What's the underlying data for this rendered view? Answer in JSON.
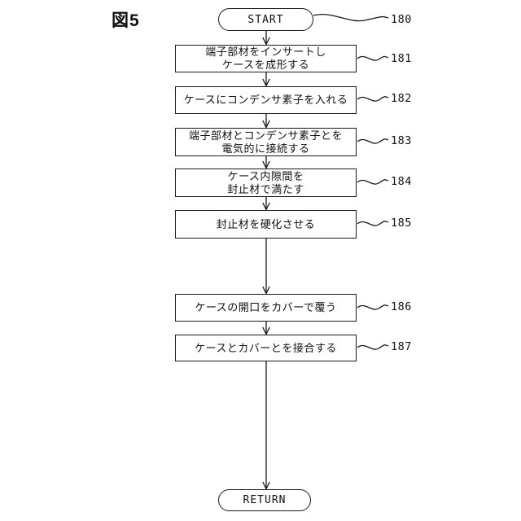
{
  "figure": {
    "title": "図5",
    "start": {
      "label": "START",
      "ref": "180"
    },
    "return": {
      "label": "RETURN"
    },
    "steps": [
      {
        "ref": "181",
        "lines": [
          "端子部材をインサートし",
          "ケースを成形する"
        ]
      },
      {
        "ref": "182",
        "lines": [
          "ケースにコンデンサ素子を入れる"
        ]
      },
      {
        "ref": "183",
        "lines": [
          "端子部材とコンデンサ素子とを",
          "電気的に接続する"
        ]
      },
      {
        "ref": "184",
        "lines": [
          "ケース内隙間を",
          "封止材で満たす"
        ]
      },
      {
        "ref": "185",
        "lines": [
          "封止材を硬化させる"
        ]
      },
      {
        "ref": "186",
        "lines": [
          "ケースの開口をカバーで覆う"
        ]
      },
      {
        "ref": "187",
        "lines": [
          "ケースとカバーとを接合する"
        ]
      }
    ],
    "colors": {
      "line": "#1a1a1a",
      "background": "#ffffff",
      "text": "#111111"
    }
  }
}
